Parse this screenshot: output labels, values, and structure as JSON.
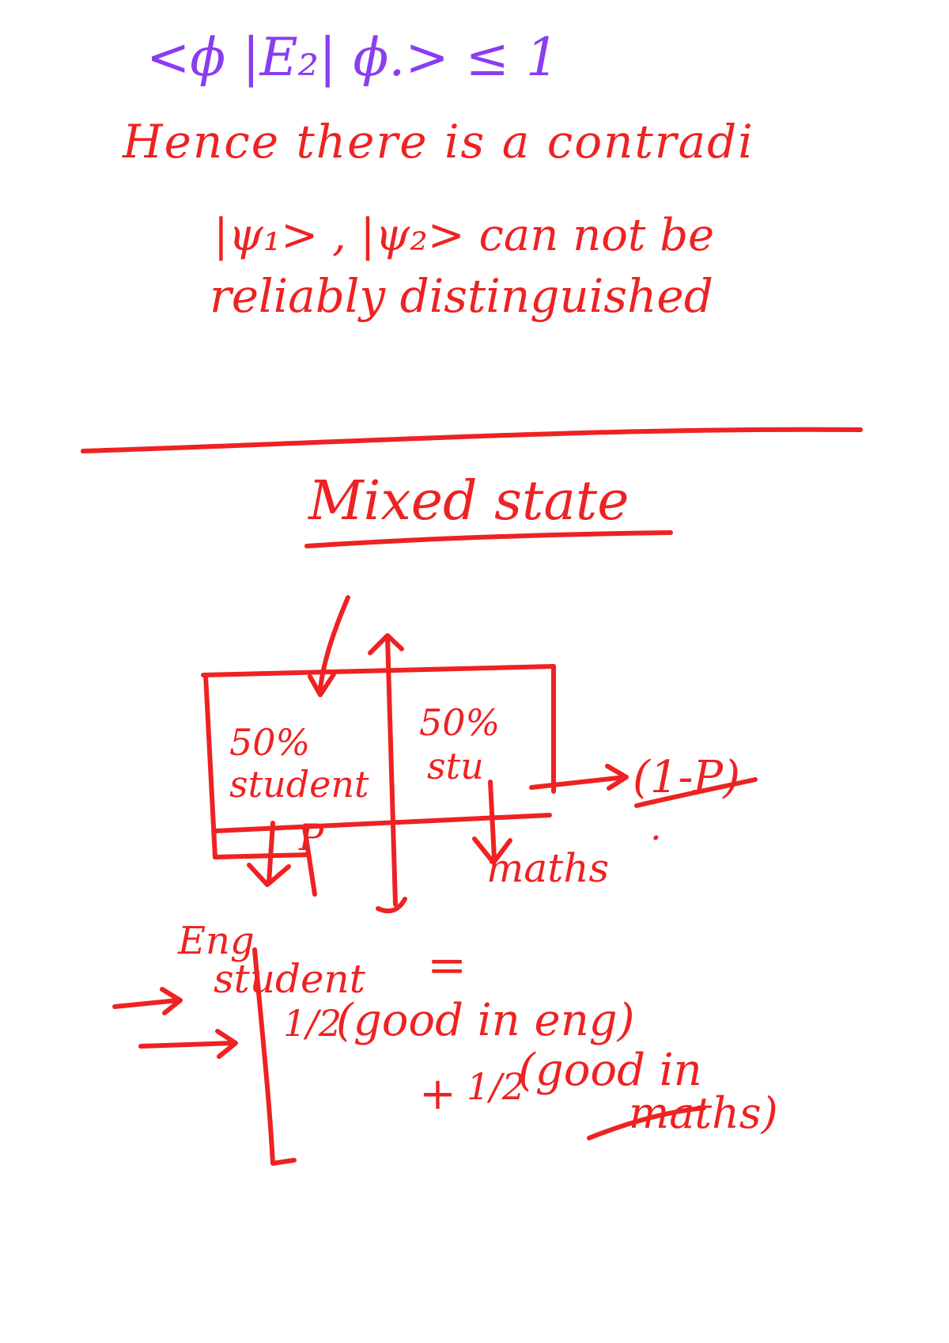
{
  "colors": {
    "background": "#ffffff",
    "purple_ink": "#8a3df0",
    "red_ink": "#ee2222"
  },
  "top": {
    "equation": "<ϕ |E₂| ϕ.> ≤ 1",
    "line1": "Hence there is a contradi",
    "line2": "|ψ₁> , |ψ₂> can not be",
    "line3": "reliably distinguished"
  },
  "section": {
    "title": "Mixed state"
  },
  "diagram": {
    "left_cell_percent": "50%",
    "left_cell_label": "student",
    "right_cell_percent": "50%",
    "right_cell_label": "stu",
    "arrow_right_label": "(1-P)",
    "bottom_left_label": "P",
    "bottom_right_label": "maths",
    "dot": "."
  },
  "equations": {
    "eng_label": "Eng",
    "student_label": "student",
    "equals": "=",
    "half_1": "1/2",
    "term_1": "(good in eng)",
    "plus": "+",
    "half_2": "1/2",
    "term_2_a": "(good in",
    "term_2_b": "maths)"
  }
}
